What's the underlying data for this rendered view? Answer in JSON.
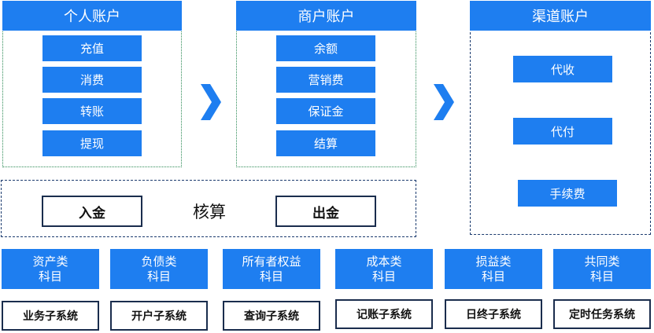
{
  "personal": {
    "title": "个人账户",
    "items": [
      "充值",
      "消费",
      "转账",
      "提现"
    ]
  },
  "merchant": {
    "title": "商户账户",
    "items": [
      "余额",
      "营销费",
      "保证金",
      "结算"
    ]
  },
  "channel": {
    "title": "渠道账户",
    "items": [
      "代收",
      "代付",
      "手续费"
    ]
  },
  "accounting": {
    "in_label": "入金",
    "center_label": "核算",
    "out_label": "出金"
  },
  "categories": [
    {
      "line1": "资产类",
      "line2": "科目"
    },
    {
      "line1": "负债类",
      "line2": "科目"
    },
    {
      "line1": "所有者权益",
      "line2": "科目"
    },
    {
      "line1": "成本类",
      "line2": "科目"
    },
    {
      "line1": "损益类",
      "line2": "科目"
    },
    {
      "line1": "共同类",
      "line2": "科目"
    }
  ],
  "systems": [
    "业务子系统",
    "开户子系统",
    "查询子系统",
    "记账子系统",
    "日终子系统",
    "定时任务系统"
  ],
  "colors": {
    "accent": "#1e7ef0",
    "border_dark": "#1a2d4d",
    "border_green": "#2e8b57"
  },
  "icons": [
    "chevron-right-icon",
    "chevron-right-icon"
  ]
}
